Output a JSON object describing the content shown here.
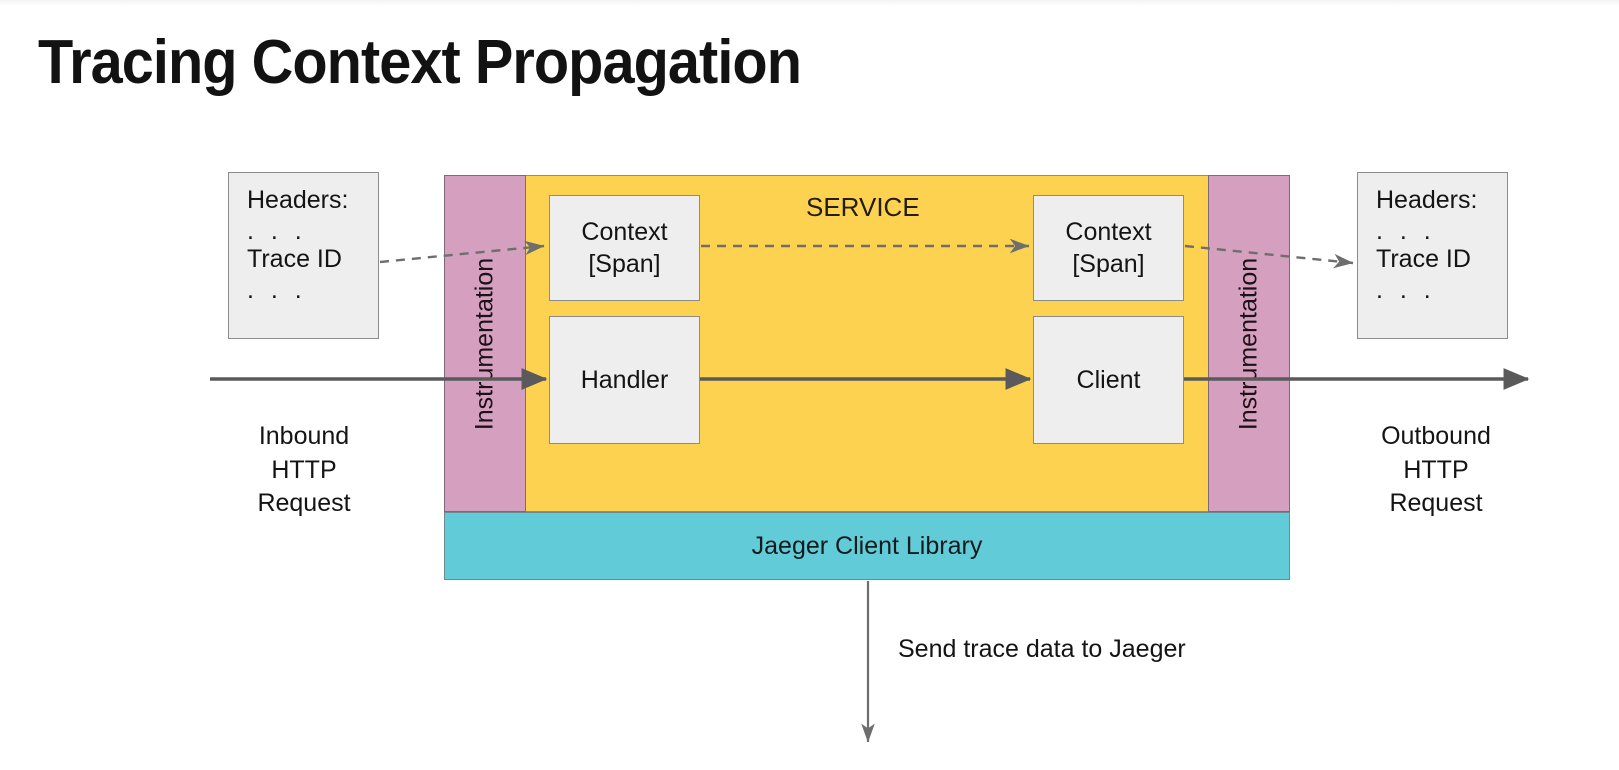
{
  "slide": {
    "title": "Tracing Context Propagation"
  },
  "service": {
    "label": "SERVICE",
    "instrumentation_left": "Instrumentation",
    "instrumentation_right": "Instrumentation",
    "jaeger_band": "Jaeger Client Library",
    "boxes": {
      "context_left": "Context\n[Span]",
      "context_left_line1": "Context",
      "context_left_line2": "[Span]",
      "handler": "Handler",
      "context_right_line1": "Context",
      "context_right_line2": "[Span]",
      "client": "Client"
    }
  },
  "headers_left": {
    "line1": "Headers:",
    "line2": ". . .",
    "line3": "Trace ID",
    "line4": ". . ."
  },
  "headers_right": {
    "line1": "Headers:",
    "line2": ". . .",
    "line3": "Trace ID",
    "line4": ". . ."
  },
  "captions": {
    "inbound": "Inbound\nHTTP\nRequest",
    "inbound_l1": "Inbound",
    "inbound_l2": "HTTP",
    "inbound_l3": "Request",
    "outbound_l1": "Outbound",
    "outbound_l2": "HTTP",
    "outbound_l3": "Request",
    "send_trace": "Send trace data to Jaeger"
  },
  "colors": {
    "service_fill": "#fcd250",
    "instrumentation_fill": "#d59fbf",
    "jaeger_fill": "#62cbd8",
    "box_fill": "#eeeeee",
    "box_stroke": "#8c8c8c",
    "arrow_solid": "#5a5a5a",
    "arrow_dashed": "#6e6e6e",
    "title_color": "#121212"
  }
}
